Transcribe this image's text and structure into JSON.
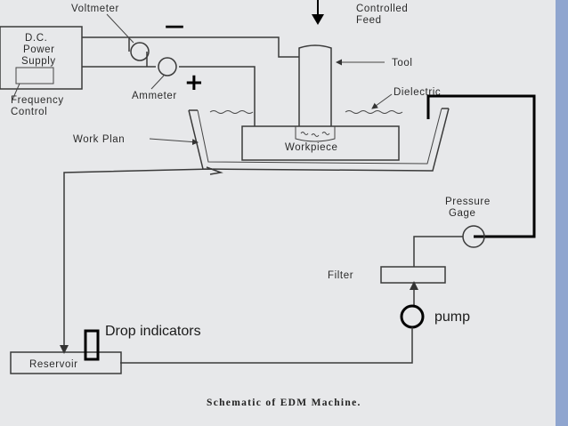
{
  "labels": {
    "voltmeter": "Voltmeter",
    "controlled_feed_1": "Controlled",
    "controlled_feed_2": "Feed",
    "power_1": "D.C.",
    "power_2": "Power",
    "power_3": "Supply",
    "frequency_1": "Frequency",
    "frequency_2": "Control",
    "tool": "Tool",
    "ammeter": "Ammeter",
    "dielectric": "Dielectric",
    "work_plan": "Work Plan",
    "workpiece": "Workpiece",
    "pressure_1": "Pressure",
    "pressure_2": "Gage",
    "filter": "Filter",
    "pump": "pump",
    "drop_indicators": "Drop indicators",
    "reservoir": "Reservoir"
  },
  "signs": {
    "minus": "—",
    "plus": "+"
  },
  "caption": "Schematic of EDM Machine.",
  "colors": {
    "paper": "#e7e8ea",
    "ink": "#2a2a2a",
    "edge": "#8fa5cf"
  }
}
